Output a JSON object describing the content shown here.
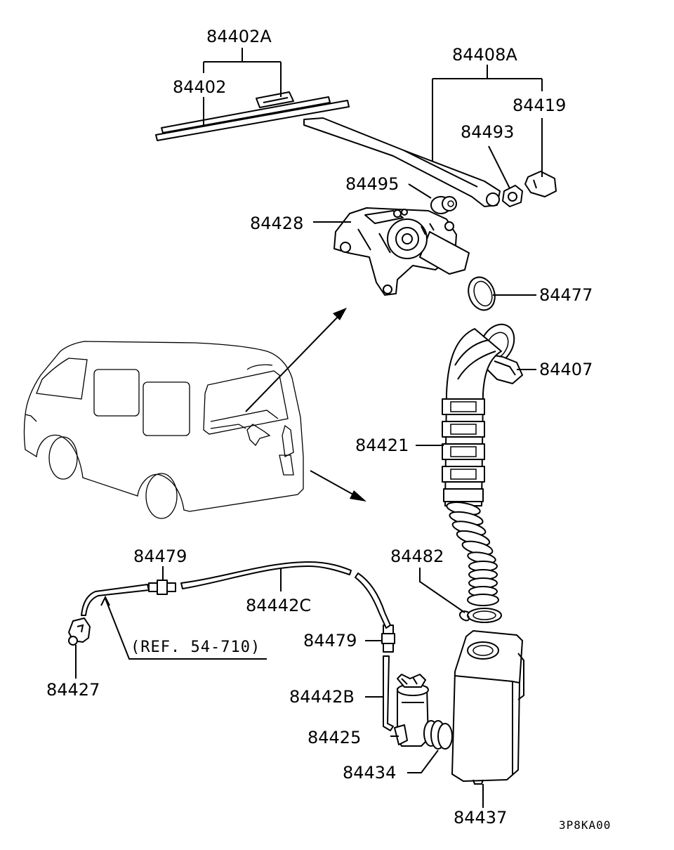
{
  "labels": {
    "p84402A": "84402A",
    "p84402": "84402",
    "p84408A": "84408A",
    "p84419": "84419",
    "p84493": "84493",
    "p84495": "84495",
    "p84428": "84428",
    "p84477": "84477",
    "p84407": "84407",
    "p84421": "84421",
    "p84482": "84482",
    "p84479a": "84479",
    "p84442C": "84442C",
    "p84479b": "84479",
    "p84427": "84427",
    "p84442B": "84442B",
    "p84425": "84425",
    "p84434": "84434",
    "p84437": "84437"
  },
  "reference": "(REF. 54-710)",
  "diagram_code": "3P8KA00"
}
